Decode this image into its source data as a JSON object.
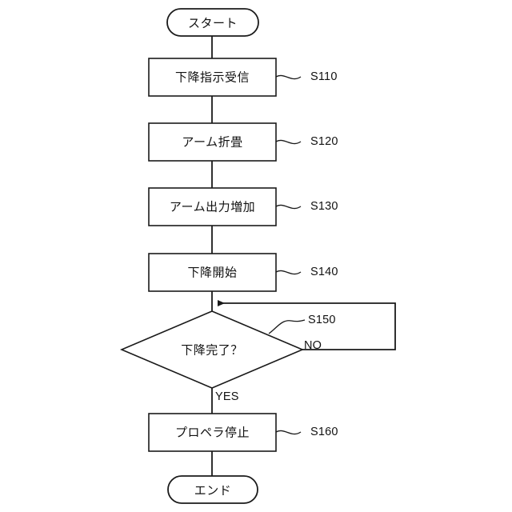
{
  "diagram": {
    "type": "flowchart",
    "title": "",
    "orientation": "top-to-bottom",
    "language": "ja",
    "colors": {
      "background": "#ffffff",
      "stroke": "#1a1a1a",
      "text": "#111111",
      "fill": "#ffffff"
    }
  },
  "nodes": {
    "start": {
      "label": "スタート",
      "shape": "terminator"
    },
    "s110": {
      "label": "下降指示受信",
      "shape": "process",
      "step": "S110"
    },
    "s120": {
      "label": "アーム折畳",
      "shape": "process",
      "step": "S120"
    },
    "s130": {
      "label": "アーム出力増加",
      "shape": "process",
      "step": "S130"
    },
    "s140": {
      "label": "下降開始",
      "shape": "process",
      "step": "S140"
    },
    "s150": {
      "label": "下降完了？",
      "shape": "decision",
      "step": "S150"
    },
    "s160": {
      "label": "プロペラ停止",
      "shape": "process",
      "step": "S160"
    },
    "end": {
      "label": "エンド",
      "shape": "terminator"
    }
  },
  "branches": {
    "no": "NO",
    "yes": "YES"
  },
  "edges": [
    {
      "from": "start",
      "to": "s110",
      "label": ""
    },
    {
      "from": "s110",
      "to": "s120",
      "label": ""
    },
    {
      "from": "s120",
      "to": "s130",
      "label": ""
    },
    {
      "from": "s130",
      "to": "s140",
      "label": ""
    },
    {
      "from": "s140",
      "to": "s150",
      "label": ""
    },
    {
      "from": "s150",
      "to": "s150",
      "label": "NO"
    },
    {
      "from": "s150",
      "to": "s160",
      "label": "YES"
    },
    {
      "from": "s160",
      "to": "end",
      "label": ""
    }
  ]
}
